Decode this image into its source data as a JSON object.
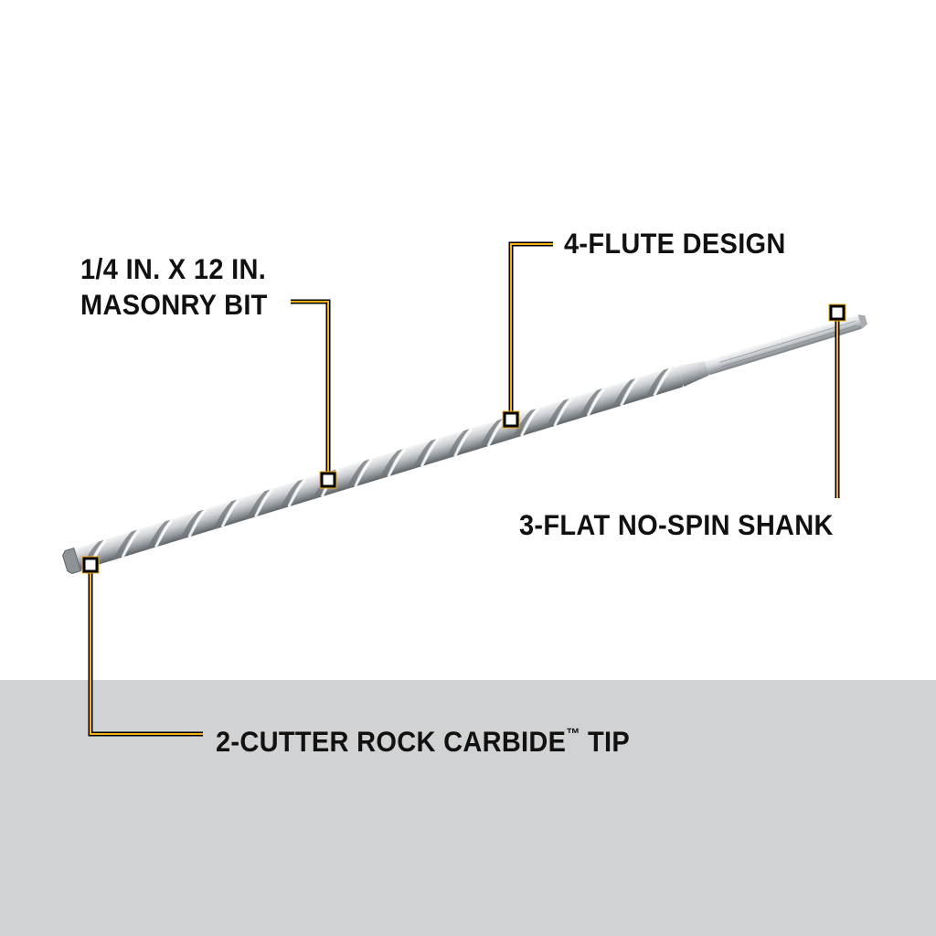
{
  "colors": {
    "background": "#ffffff",
    "floor": "#d1d2d3",
    "callout_line": "#000000",
    "callout_accent": "#f6b118",
    "callout_marker_fill": "#ffffff",
    "text": "#111111",
    "steel_light": "#e9ebed",
    "steel_mid": "#b5b9bd",
    "steel_dark": "#6e7378"
  },
  "callouts": {
    "size": {
      "line1": "1/4 IN. X 12 IN.",
      "line2": "MASONRY BIT"
    },
    "flute": {
      "text": "4-FLUTE DESIGN"
    },
    "shank": {
      "text": "3-FLAT NO-SPIN SHANK"
    },
    "tip": {
      "text": "2-CUTTER ROCK CARBIDE",
      "trademark": "™",
      "suffix": " TIP"
    }
  },
  "icons": [
    "drill-bit-image",
    "callout-marker-icon"
  ]
}
